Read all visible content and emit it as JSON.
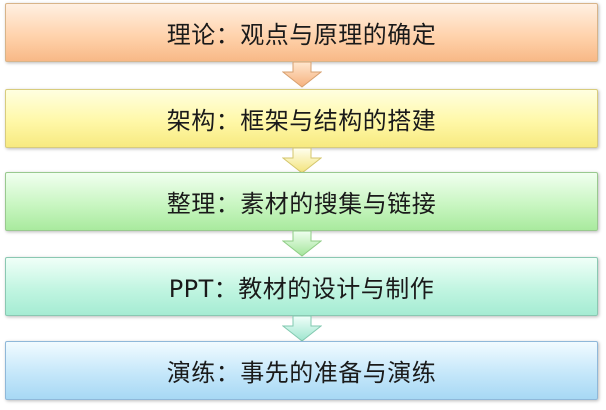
{
  "steps": [
    {
      "label": "理论：观点与原理的确定"
    },
    {
      "label": "架构：框架与结构的搭建"
    },
    {
      "label": "整理：素材的搜集与链接"
    },
    {
      "label": "PPT：教材的设计与制作"
    },
    {
      "label": "演练：事先的准备与演练"
    }
  ],
  "colors": {
    "step1": "#ffd3ad",
    "step2": "#fff8a8",
    "step3": "#c9f6c2",
    "step4": "#c1f5e1",
    "step5": "#c5e7fa"
  }
}
